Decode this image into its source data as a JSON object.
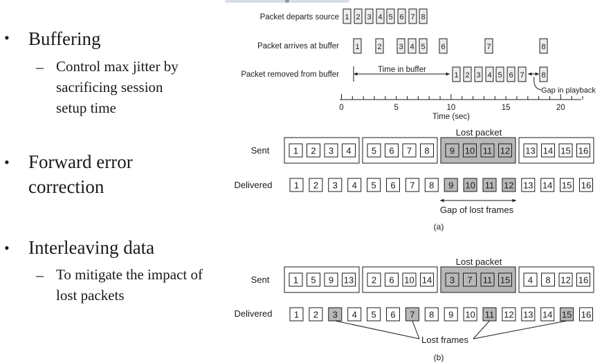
{
  "bullets": [
    {
      "title": "Buffering",
      "sub": [
        "Control max jitter by",
        "sacrificing session",
        "setup time"
      ]
    },
    {
      "title": [
        "Forward error",
        "correction"
      ],
      "sub": []
    },
    {
      "title": "Interleaving data",
      "sub": [
        "To mitigate the impact of",
        "lost packets"
      ]
    }
  ],
  "timeline": {
    "row1_label": "Packet departs source",
    "row2_label": "Packet arrives at buffer",
    "row3_label": "Packet removed from buffer",
    "time_in_buffer": "Time in buffer",
    "gap_in_playback": "Gap in playback",
    "axis_label": "Time (sec)",
    "ticks": [
      "0",
      "5",
      "10",
      "15",
      "20"
    ],
    "packets": [
      "1",
      "2",
      "3",
      "4",
      "5",
      "6",
      "7",
      "8"
    ]
  },
  "fec_a": {
    "lost_packet": "Lost packet",
    "sent_label": "Sent",
    "delivered_label": "Delivered",
    "sent_groups": [
      [
        "1",
        "2",
        "3",
        "4"
      ],
      [
        "5",
        "6",
        "7",
        "8"
      ],
      [
        "9",
        "10",
        "11",
        "12"
      ],
      [
        "13",
        "14",
        "15",
        "16"
      ]
    ],
    "delivered": [
      "1",
      "2",
      "3",
      "4",
      "5",
      "6",
      "7",
      "8",
      "9",
      "10",
      "11",
      "12",
      "13",
      "14",
      "15",
      "16"
    ],
    "gap_label": "Gap of lost frames",
    "caption": "(a)"
  },
  "fec_b": {
    "lost_packet": "Lost packet",
    "sent_label": "Sent",
    "delivered_label": "Delivered",
    "sent_groups": [
      [
        "1",
        "5",
        "9",
        "13"
      ],
      [
        "2",
        "6",
        "10",
        "14"
      ],
      [
        "3",
        "7",
        "11",
        "15"
      ],
      [
        "4",
        "8",
        "12",
        "16"
      ]
    ],
    "delivered": [
      "1",
      "2",
      "3",
      "4",
      "5",
      "6",
      "7",
      "8",
      "9",
      "10",
      "11",
      "12",
      "13",
      "14",
      "15",
      "16"
    ],
    "lost_frames_label": "Lost frames",
    "caption": "(b)"
  },
  "colors": {
    "lost_fill": "#b8b8b8",
    "packet_fill": "#ececec"
  }
}
